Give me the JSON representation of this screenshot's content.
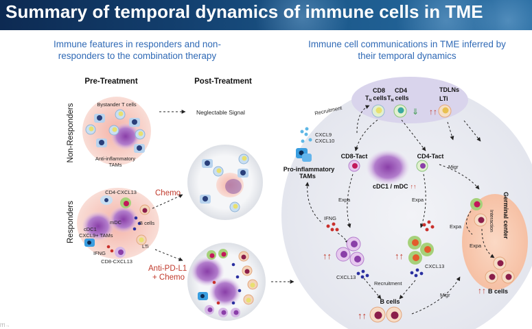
{
  "title": "Summary of temporal dynamics of immune cells in TME",
  "left_heading": "Immune features in responders and non-responders to the combination therapy",
  "right_heading": "Immune cell communications in TME inferred by their temporal dynamics",
  "columns": {
    "pre": "Pre-Treatment",
    "post": "Post-Treatment"
  },
  "rows": {
    "non_responders": "Non-Responders",
    "responders": "Responders"
  },
  "non_responders": {
    "bystander": "Bystander T cells",
    "anti_inflammatory_1": "Anti-inflammatory",
    "anti_inflammatory_2": "TAMs",
    "signal": "Neglectable Signal"
  },
  "responders": {
    "cd4": "CD4-CXCL13",
    "mdc": "mDC",
    "cdc1": "cDC1",
    "cxcl9_tams": "CXCL9+ TAMs",
    "b_cells": "B cells",
    "lti": "LTi",
    "ifng": "IFNG",
    "cd8": "CD8-CXCL13",
    "chemo": "Chemo",
    "anti_pd_l1": "Anti-PD-L1",
    "plus_chemo": "+ Chemo"
  },
  "right": {
    "cd8_label": "CD8",
    "cd8_sub": "cells",
    "cd4_label": "CD4",
    "cd4_sub": "cells",
    "tn": "T",
    "tn_sub": "N",
    "tdlns": "TDLNs",
    "lti": "LTi",
    "recruitment_top": "Recruitment",
    "cxcl9": "CXCL9",
    "cxcl10": "CXCL10",
    "cd8_tact": "CD8-Tact",
    "cd4_tact": "CD4-Tact",
    "migr_right": "Migr",
    "pro_inflam_1": "Pro-inflammatory",
    "pro_inflam_2": "TAMs",
    "cdc1_mdc": "cDC1 / mDC",
    "expa_left": "Expa",
    "expa_right": "Expa",
    "ifng": "IFNG",
    "cxcl13_left": "CXCL13",
    "cxcl13_right": "CXCL13",
    "recruitment_bottom": "Recruitment",
    "b_cells": "B cells",
    "migr_bottom": "Migr",
    "germinal_center": "Germinal center",
    "interaction": "Interaction",
    "expa_gc_1": "Expa",
    "expa_gc_2": "Expa",
    "gc_b_cells": "B cells",
    "up_arrows": "↑↑",
    "down_arrows": "⇓"
  },
  "colors": {
    "banner": "#13406f",
    "subtitle": "#2f69b5",
    "arrow_red": "#c0392b",
    "arrow_green": "#3a9a4a",
    "chemo_red": "#c0392b",
    "cluster_pink": "#f6c9c0",
    "tdln_lavender": "#d9d4ec",
    "gc_orange": "#f9cdb4"
  },
  "corner_mark": "lTl→"
}
